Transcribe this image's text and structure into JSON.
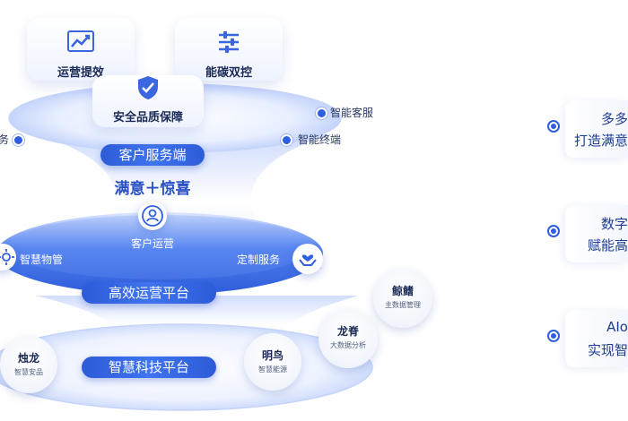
{
  "top_tiles": [
    {
      "label": "运营提效",
      "icon": "chart-trend-icon"
    },
    {
      "label": "能碳双控",
      "icon": "sliders-icon"
    },
    {
      "label": "安全品质保障",
      "icon": "shield-check-icon"
    }
  ],
  "top_labels": {
    "right_upper": "智能客服",
    "right_lower": "智能终端",
    "left_cut": "务"
  },
  "tiers": {
    "customer_service": "客户服务端",
    "efficient_ops": "高效运营平台",
    "smart_tech": "智慧科技平台"
  },
  "tagline": "满意＋惊喜",
  "mid": {
    "customer_ops": "客户运营",
    "left_item": "智慧物管",
    "right_item": "定制服务"
  },
  "nodes": [
    {
      "title": "烛龙",
      "sub": "智慧安品"
    },
    {
      "title": "明鸟",
      "sub": "智慧能源"
    },
    {
      "title": "龙脊",
      "sub": "大数据分析"
    },
    {
      "title": "鲸鳍",
      "sub": "主数据管理"
    }
  ],
  "right_cards": [
    {
      "line1": "多多",
      "line2": "打造满意"
    },
    {
      "line1": "数字",
      "line2": "赋能高"
    },
    {
      "line1": "AIo",
      "line2": "实现智"
    }
  ],
  "colors": {
    "primary": "#2d5bd8",
    "dark_text": "#1c2b55",
    "card_text": "#1f3e92"
  }
}
